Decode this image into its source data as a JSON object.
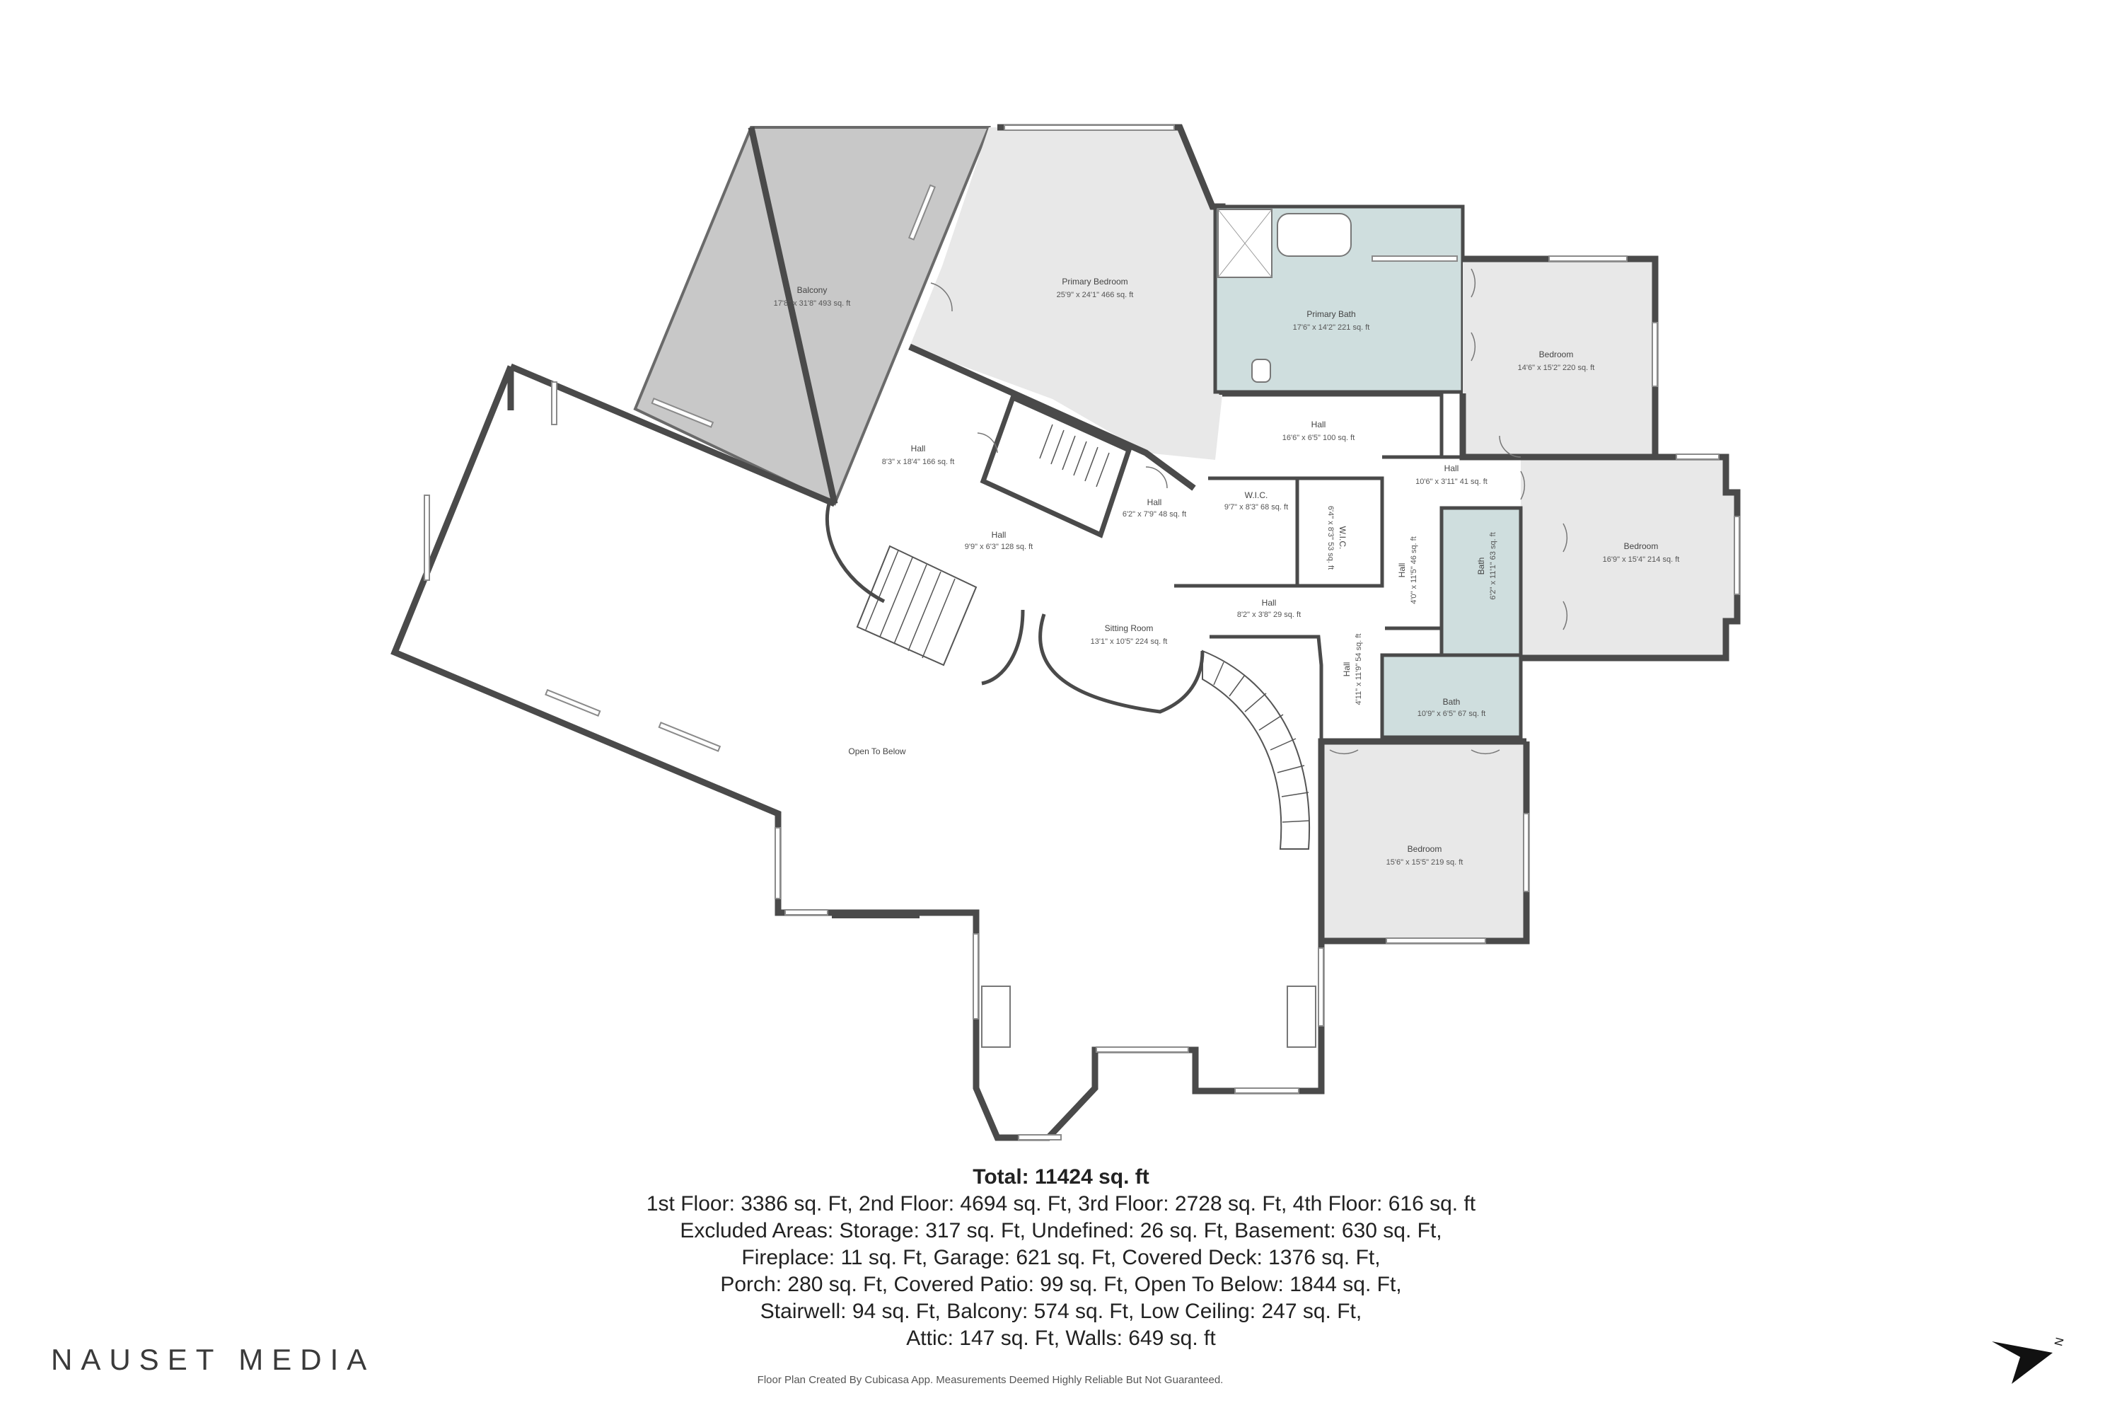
{
  "rooms": {
    "balcony": {
      "name": "Balcony",
      "dims": "17'8\" x 31'8\" 493 sq. ft"
    },
    "primary_bedroom": {
      "name": "Primary Bedroom",
      "dims": "25'9\" x 24'1\" 466 sq. ft"
    },
    "primary_bath": {
      "name": "Primary Bath",
      "dims": "17'6\" x 14'2\" 221 sq. ft"
    },
    "bedroom_ne": {
      "name": "Bedroom",
      "dims": "14'6\" x 15'2\" 220 sq. ft"
    },
    "hall_upper": {
      "name": "Hall",
      "dims": "16'6\" x 6'5\" 100 sq. ft"
    },
    "hall_small": {
      "name": "Hall",
      "dims": "10'6\" x 3'11\" 41 sq. ft"
    },
    "bedroom_e": {
      "name": "Bedroom",
      "dims": "16'9\" x 15'4\" 214 sq. ft"
    },
    "hall_large": {
      "name": "Hall",
      "dims": "8'3\" x 18'4\" 166 sq. ft"
    },
    "hall_center": {
      "name": "Hall",
      "dims": "9'9\" x 6'3\" 128 sq. ft"
    },
    "hall_stair": {
      "name": "Hall",
      "dims": "6'2\" x 7'9\" 48 sq. ft"
    },
    "wic_1": {
      "name": "W.I.C.",
      "dims": "9'7\" x 8'3\" 68 sq. ft"
    },
    "wic_2": {
      "name": "W.I.C.",
      "dims": "6'4\" x 8'3\" 53 sq. ft"
    },
    "hall_vertical": {
      "name": "Hall",
      "dims": "4'0\" x 11'5\" 46 sq. ft"
    },
    "bath_1": {
      "name": "Bath",
      "dims": "6'2\" x 11'1\" 63 sq. ft"
    },
    "hall_short": {
      "name": "Hall",
      "dims": "8'2\" x 3'8\" 29 sq. ft"
    },
    "sitting_room": {
      "name": "Sitting Room",
      "dims": "13'1\" x 10'5\" 224 sq. ft"
    },
    "hall_narrow": {
      "name": "Hall",
      "dims": "4'11\" x 11'9\" 54 sq. ft"
    },
    "bath_2": {
      "name": "Bath",
      "dims": "10'9\" x 6'5\" 67 sq. ft"
    },
    "bedroom_s": {
      "name": "Bedroom",
      "dims": "15'6\" x 15'5\" 219 sq. ft"
    },
    "open_to_below": {
      "name": "Open To Below"
    }
  },
  "summary": {
    "total": "Total: 11424 sq. ft",
    "line1": "1st Floor: 3386 sq. Ft, 2nd Floor: 4694 sq. Ft, 3rd Floor: 2728 sq. Ft, 4th Floor: 616 sq. ft",
    "line2": "Excluded Areas: Storage: 317 sq. Ft, Undefined: 26 sq. Ft, Basement: 630 sq. Ft,",
    "line3": "Fireplace: 11 sq. Ft, Garage: 621 sq. Ft, Covered Deck: 1376 sq. Ft,",
    "line4": "Porch: 280 sq. Ft, Covered Patio: 99 sq. Ft, Open To Below: 1844 sq. Ft,",
    "line5": "Stairwell: 94 sq. Ft, Balcony: 574 sq. Ft, Low Ceiling: 247 sq. Ft,",
    "line6": "Attic: 147 sq. Ft, Walls: 649 sq. ft"
  },
  "brand": "NAUSET MEDIA",
  "disclaimer": "Floor Plan Created By Cubicasa App. Measurements Deemed Highly Reliable But Not Guaranteed.",
  "north_label": "N",
  "colors": {
    "wall": "#4a4a4a",
    "balcony_fill": "#c8c8c8",
    "room_fill": "#e8e8e8",
    "bath_fill": "#cfdede"
  }
}
